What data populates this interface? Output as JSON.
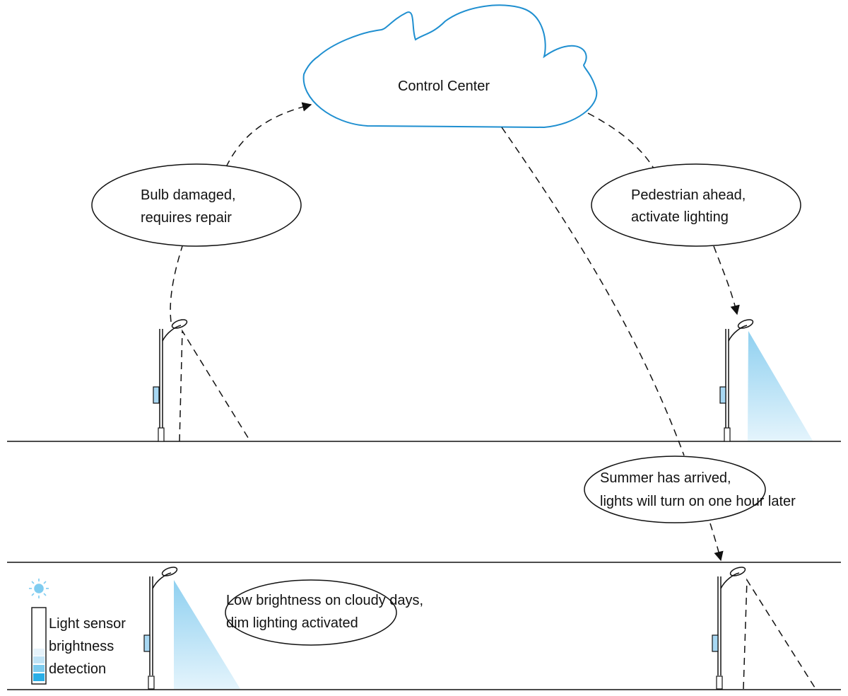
{
  "cloud": {
    "label": "Control Center",
    "stroke_color": "#1f8fd0"
  },
  "bubbles": {
    "bulb_damaged": {
      "line1": "Bulb damaged,",
      "line2": "requires repair"
    },
    "pedestrian": {
      "line1": "Pedestrian ahead,",
      "line2": "activate lighting"
    },
    "summer": {
      "line1": "Summer has arrived,",
      "line2": "lights will turn on one hour later"
    },
    "cloudy": {
      "line1": "Low brightness on cloudy days,",
      "line2": "dim lighting activated"
    }
  },
  "sensor": {
    "line1": "Light sensor",
    "line2": "brightness",
    "line3": "detection",
    "level_colors": [
      "#e6f3fb",
      "#bfe3f6",
      "#7ccbee",
      "#29aee6"
    ]
  },
  "colors": {
    "light_beam": "#8fd0f0",
    "sensor_panel": "#a8d8f3",
    "sun": "#7fccf0"
  }
}
